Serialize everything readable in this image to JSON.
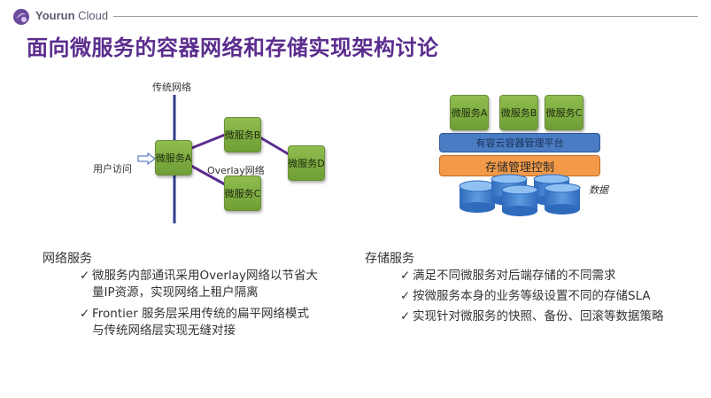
{
  "header": {
    "brand_bold": "Yourun",
    "brand_rest": " Cloud",
    "title": "面向微服务的容器网络和存储实现架构讨论"
  },
  "network_diagram": {
    "traditional_network_label": "传统网络",
    "user_access_label": "用户访问",
    "overlay_label": "Overlay网络",
    "nodes": {
      "a": "微服务A",
      "b": "微服务B",
      "c": "微服务C",
      "d": "微服务D"
    }
  },
  "storage_diagram": {
    "services": [
      "微服务A",
      "微服务B",
      "微服务C"
    ],
    "platform_label": "有容云容器管理平台",
    "control_label": "存储管理控制",
    "data_label": "数据"
  },
  "network_section": {
    "title": "网络服务",
    "bullets": [
      {
        "line1": "微服务内部通讯采用Overlay网络以节省大",
        "line2": "量IP资源，实现网络上租户隔离"
      },
      {
        "line1": "Frontier 服务层采用传统的扁平网络模式",
        "line2": "与传统网络层实现无缝对接"
      }
    ]
  },
  "storage_section": {
    "title": "存储服务",
    "bullets": [
      "满足不同微服务对后端存储的不同需求",
      "按微服务本身的业务等级设置不同的存储SLA",
      "实现针对微服务的快照、备份、回滚等数据策略"
    ]
  },
  "colors": {
    "title": "#5b2d8e",
    "node_green": "#7fae42",
    "link_purple": "#5b2d8e",
    "platform_blue": "#4a7cc4",
    "control_orange": "#f29a48",
    "disk_blue": "#3f7fd0"
  },
  "icons": {
    "logo": "yourun-logo-icon",
    "check": "check-icon",
    "arrow": "right-arrow-icon"
  }
}
